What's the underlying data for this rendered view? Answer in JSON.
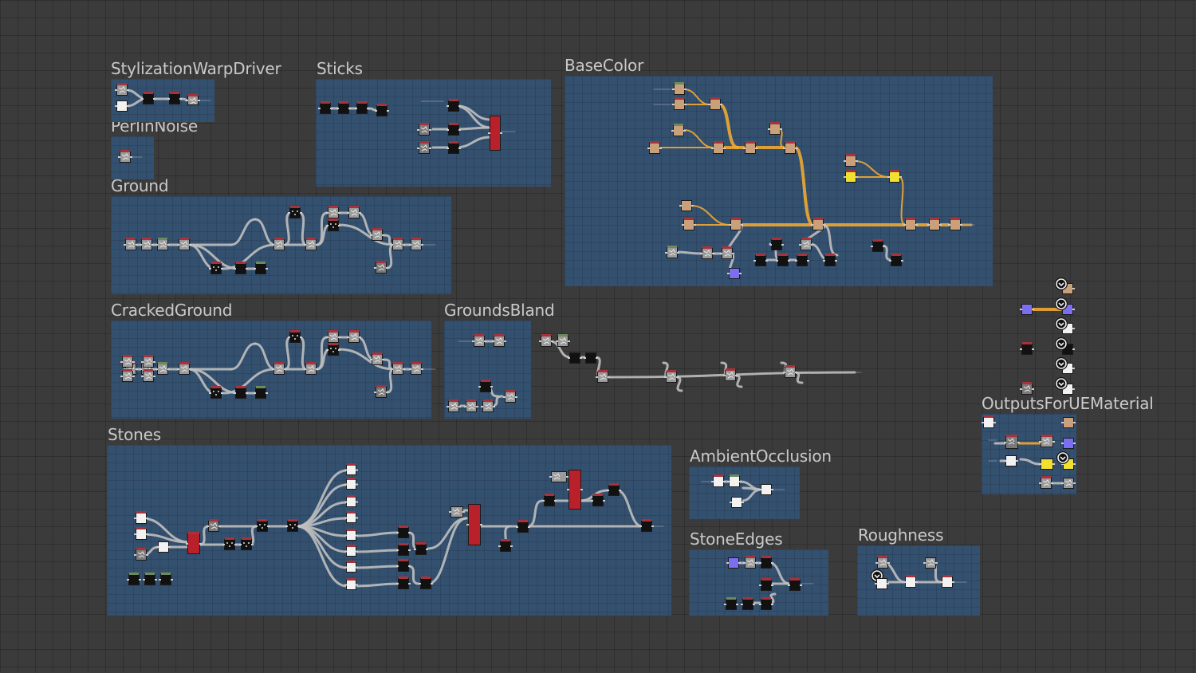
{
  "graph": {
    "frames": [
      {
        "id": "stylization-warp-driver",
        "title": "StylizationWarpDriver"
      },
      {
        "id": "perlin-noise",
        "title": "PerlinNoise"
      },
      {
        "id": "ground",
        "title": "Ground"
      },
      {
        "id": "sticks",
        "title": "Sticks"
      },
      {
        "id": "base-color",
        "title": "BaseColor"
      },
      {
        "id": "cracked-ground",
        "title": "CrackedGround"
      },
      {
        "id": "grounds-bland",
        "title": "GroundsBland"
      },
      {
        "id": "stones",
        "title": "Stones"
      },
      {
        "id": "ambient-occlusion",
        "title": "AmbientOcclusion"
      },
      {
        "id": "stone-edges",
        "title": "StoneEdges"
      },
      {
        "id": "roughness",
        "title": "Roughness"
      },
      {
        "id": "outputs-for-ue-material",
        "title": "OutputsForUEMaterial"
      }
    ]
  },
  "colors": {
    "canvas": "#3b3b3b",
    "frame": "#34506f",
    "wire": "#bfbfbf",
    "wire_color": "#f0a832",
    "node_header": "#a8323a",
    "node_header_green": "#6e8a5c",
    "output_purple": "#7b6ff0",
    "output_yellow": "#f2e02e",
    "title_text": "#c9c9c9"
  }
}
